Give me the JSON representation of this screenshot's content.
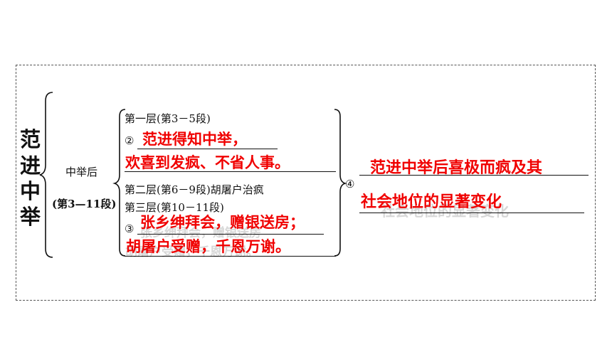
{
  "title_chars": [
    "范",
    "进",
    "中",
    "举"
  ],
  "middle": {
    "label": "中举后",
    "range": "(第3—11段)"
  },
  "layers": {
    "first": "第一层(第3－5段)",
    "blank2_marker": "②",
    "answer2_line1": "范进得知中举，",
    "answer2_line2": "欢喜到发疯、不省人事。",
    "second": "第二层(第6－9段)胡屠户治疯",
    "third": "第三层(第10－11段)",
    "blank3_marker": "③",
    "answer3_line1": "张乡绅拜会，赠银送房；",
    "answer3_line2": "胡屠户受赠，千恩万谢。",
    "ghost3_line1": "张乡绅拜会，赠银送房",
    "ghost3_line2": "胡屠户受赠，千恩万谢。"
  },
  "right": {
    "blank4_marker": "④",
    "answer4_line1": "范进中举后喜极而疯及其",
    "answer4_line2": "社会地位的显著变化",
    "ghost4_line2": "社会地位的显著变化"
  },
  "colors": {
    "answer": "#f00000",
    "text": "#111111",
    "frame": "#555555"
  }
}
